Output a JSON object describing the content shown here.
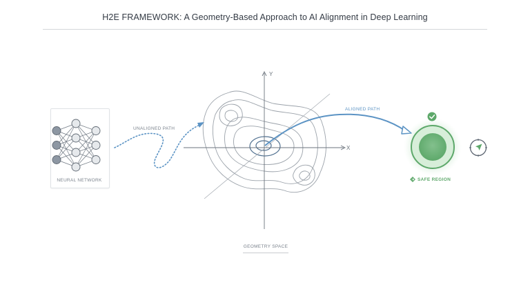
{
  "title": "H2E FRAMEWORK: A Geometry-Based Approach to AI Alignment in Deep Learning",
  "labels": {
    "neural_network": "NEURAL NETWORK",
    "unaligned_path": "UNALIGNED PATH",
    "aligned_path": "ALIGNED PATH",
    "safe_region": "SAFE REGION",
    "geometry_space": "GEOMETRY SPACE",
    "axis_x": "X",
    "axis_y": "Y"
  },
  "neural_network": {
    "layers": [
      3,
      4,
      3
    ]
  },
  "icons": {
    "check": "check-circle-icon",
    "diamond": "diamond-arrow-icon",
    "navigation": "navigation-compass-icon"
  },
  "colors": {
    "text": "#333a44",
    "muted_label": "#7a828c",
    "blue_path": "#5b93c4",
    "contour": "#9aa1a9",
    "contour_dark": "#4f6f8f",
    "green": "#5da86a",
    "green_light": "#cfe8d2",
    "node_dark": "#8d97a3",
    "node_light": "#e6e9ec"
  }
}
